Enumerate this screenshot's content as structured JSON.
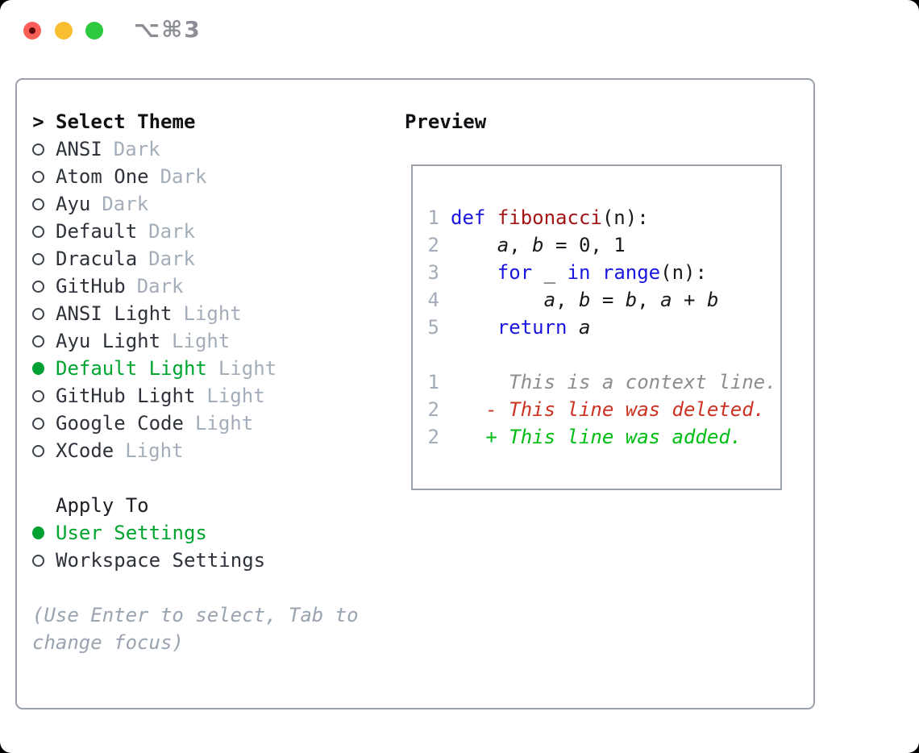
{
  "window": {
    "shortcut": "⌥⌘3"
  },
  "theme_panel": {
    "title_prefix": ">",
    "title": "Select Theme",
    "themes": [
      {
        "name": "ANSI",
        "variant": "Dark",
        "selected": false
      },
      {
        "name": "Atom One",
        "variant": "Dark",
        "selected": false
      },
      {
        "name": "Ayu",
        "variant": "Dark",
        "selected": false
      },
      {
        "name": "Default",
        "variant": "Dark",
        "selected": false
      },
      {
        "name": "Dracula",
        "variant": "Dark",
        "selected": false
      },
      {
        "name": "GitHub",
        "variant": "Dark",
        "selected": false
      },
      {
        "name": "ANSI Light",
        "variant": "Light",
        "selected": false
      },
      {
        "name": "Ayu Light",
        "variant": "Light",
        "selected": false
      },
      {
        "name": "Default Light",
        "variant": "Light",
        "selected": true
      },
      {
        "name": "GitHub Light",
        "variant": "Light",
        "selected": false
      },
      {
        "name": "Google Code",
        "variant": "Light",
        "selected": false
      },
      {
        "name": "XCode",
        "variant": "Light",
        "selected": false
      }
    ],
    "apply_to": {
      "title": "Apply To",
      "options": [
        {
          "name": "User Settings",
          "selected": true
        },
        {
          "name": "Workspace Settings",
          "selected": false
        }
      ]
    },
    "hint": "(Use Enter to select, Tab to change focus)"
  },
  "preview": {
    "title": "Preview",
    "code_lines": [
      {
        "num": "1",
        "tokens": [
          {
            "t": "def",
            "c": "kw"
          },
          {
            "t": " ",
            "c": "p"
          },
          {
            "t": "fibonacci",
            "c": "fn"
          },
          {
            "t": "(n):",
            "c": "p"
          }
        ]
      },
      {
        "num": "2",
        "tokens": [
          {
            "t": "    ",
            "c": "p"
          },
          {
            "t": "a",
            "c": "v"
          },
          {
            "t": ", ",
            "c": "p"
          },
          {
            "t": "b",
            "c": "v"
          },
          {
            "t": " = 0, 1",
            "c": "p"
          }
        ]
      },
      {
        "num": "3",
        "tokens": [
          {
            "t": "    ",
            "c": "p"
          },
          {
            "t": "for",
            "c": "kw"
          },
          {
            "t": " _ ",
            "c": "p"
          },
          {
            "t": "in",
            "c": "kw"
          },
          {
            "t": " ",
            "c": "p"
          },
          {
            "t": "range",
            "c": "kw"
          },
          {
            "t": "(n):",
            "c": "p"
          }
        ]
      },
      {
        "num": "4",
        "tokens": [
          {
            "t": "        ",
            "c": "p"
          },
          {
            "t": "a",
            "c": "v"
          },
          {
            "t": ", ",
            "c": "p"
          },
          {
            "t": "b",
            "c": "v"
          },
          {
            "t": " = ",
            "c": "p"
          },
          {
            "t": "b",
            "c": "v"
          },
          {
            "t": ", ",
            "c": "p"
          },
          {
            "t": "a",
            "c": "v"
          },
          {
            "t": " + ",
            "c": "p"
          },
          {
            "t": "b",
            "c": "v"
          }
        ]
      },
      {
        "num": "5",
        "tokens": [
          {
            "t": "    ",
            "c": "p"
          },
          {
            "t": "return",
            "c": "kw"
          },
          {
            "t": " ",
            "c": "p"
          },
          {
            "t": "a",
            "c": "v"
          }
        ]
      },
      {
        "num": "",
        "tokens": []
      },
      {
        "num": "1",
        "tokens": [
          {
            "t": "     This is a context line.",
            "c": "ctx"
          }
        ]
      },
      {
        "num": "2",
        "tokens": [
          {
            "t": "   - This line was deleted.",
            "c": "del"
          }
        ]
      },
      {
        "num": "2",
        "tokens": [
          {
            "t": "   + This line was added.",
            "c": "add"
          }
        ]
      }
    ]
  },
  "colors": {
    "selected_green": "#00a52f",
    "diff_added_green": "#00bd13",
    "diff_deleted_red": "#cc3322",
    "keyword_blue": "#1b16dd",
    "function_red": "#a31515",
    "muted_gray": "#a4adba",
    "border_gray": "#9aa1ab",
    "traffic_red": "#f95f57",
    "traffic_yellow": "#f9bd32",
    "traffic_green": "#2bc840"
  }
}
